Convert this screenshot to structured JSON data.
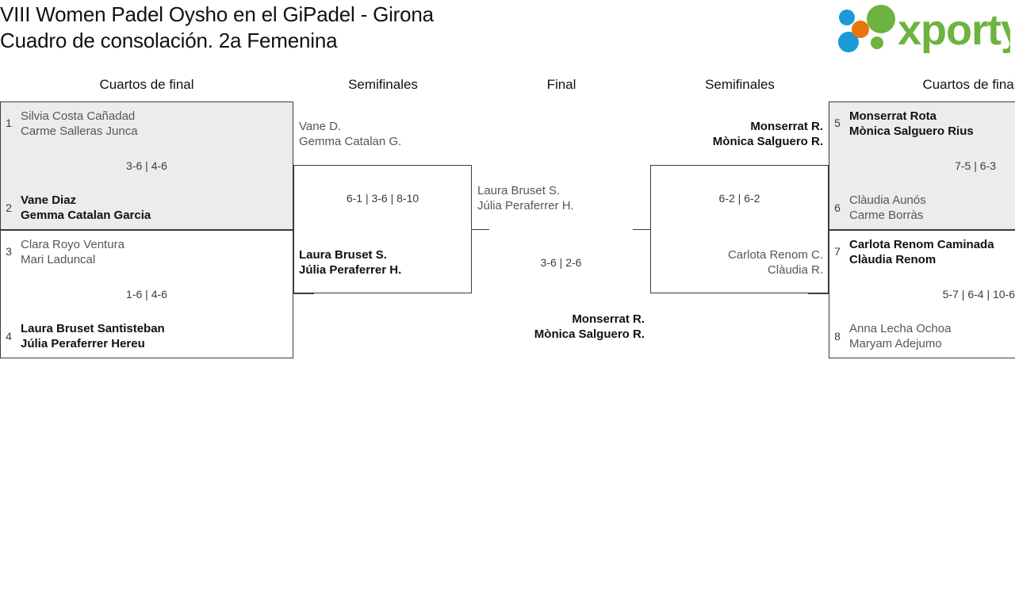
{
  "header": {
    "title_line1": "VIII Women Padel Oysho en el GiPadel - Girona",
    "title_line2": "Cuadro de consolación. 2a Femenina",
    "logo_text": "xporty",
    "logo_colors": {
      "green": "#6cb33f",
      "blue": "#1b9ad6",
      "orange": "#e8740c"
    }
  },
  "columns": {
    "qf_left": "Cuartos de final",
    "sf_left": "Semifinales",
    "final": "Final",
    "sf_right": "Semifinales",
    "qf_right": "Cuartos de final"
  },
  "colors": {
    "shaded_row": "#ececec",
    "border": "#3b3b3b",
    "loser_text": "#565656",
    "winner_text": "#111111"
  },
  "matches": {
    "qf1": {
      "shaded": true,
      "top": {
        "seed": "1",
        "player1": "Silvia Costa Cañadad",
        "player2": "Carme Salleras Junca",
        "result": "loser"
      },
      "bottom": {
        "seed": "2",
        "player1": "Vane Diaz",
        "player2": "Gemma Catalan Garcia",
        "result": "winner"
      },
      "score": "3-6 | 4-6"
    },
    "qf2": {
      "shaded": false,
      "top": {
        "seed": "3",
        "player1": "Clara Royo Ventura",
        "player2": "Mari Laduncal",
        "result": "loser"
      },
      "bottom": {
        "seed": "4",
        "player1": "Laura Bruset Santisteban",
        "player2": "Júlia Peraferrer Hereu",
        "result": "winner"
      },
      "score": "1-6 | 4-6"
    },
    "qf3": {
      "shaded": true,
      "top": {
        "seed": "5",
        "player1": "Monserrat Rota",
        "player2": "Mònica Salguero Rius",
        "result": "winner"
      },
      "bottom": {
        "seed": "6",
        "player1": "Clàudia Aunós",
        "player2": "Carme Borràs",
        "result": "loser"
      },
      "score": "7-5 | 6-3"
    },
    "qf4": {
      "shaded": false,
      "top": {
        "seed": "7",
        "player1": "Carlota Renom Caminada",
        "player2": "Clàudia Renom",
        "result": "winner"
      },
      "bottom": {
        "seed": "8",
        "player1": "Anna Lecha Ochoa",
        "player2": "Maryam Adejumo",
        "result": "loser"
      },
      "score": "5-7 | 6-4 | 10-6"
    },
    "sf1": {
      "top": {
        "player1": "Vane D.",
        "player2": "Gemma Catalan G.",
        "result": "loser"
      },
      "bottom": {
        "player1": "Laura Bruset S.",
        "player2": "Júlia Peraferrer H.",
        "result": "winner"
      },
      "score": "6-1 | 3-6 | 8-10"
    },
    "sf2": {
      "top": {
        "player1": "Monserrat R.",
        "player2": "Mònica Salguero R.",
        "result": "winner"
      },
      "bottom": {
        "player1": "Carlota Renom C.",
        "player2": "Clàudia R.",
        "result": "loser"
      },
      "score": "6-2 | 6-2"
    },
    "final": {
      "top": {
        "player1": "Laura Bruset S.",
        "player2": "Júlia Peraferrer H.",
        "result": "loser"
      },
      "bottom": {
        "player1": "Monserrat R.",
        "player2": "Mònica Salguero R.",
        "result": "winner"
      },
      "score": "3-6 | 2-6"
    }
  }
}
